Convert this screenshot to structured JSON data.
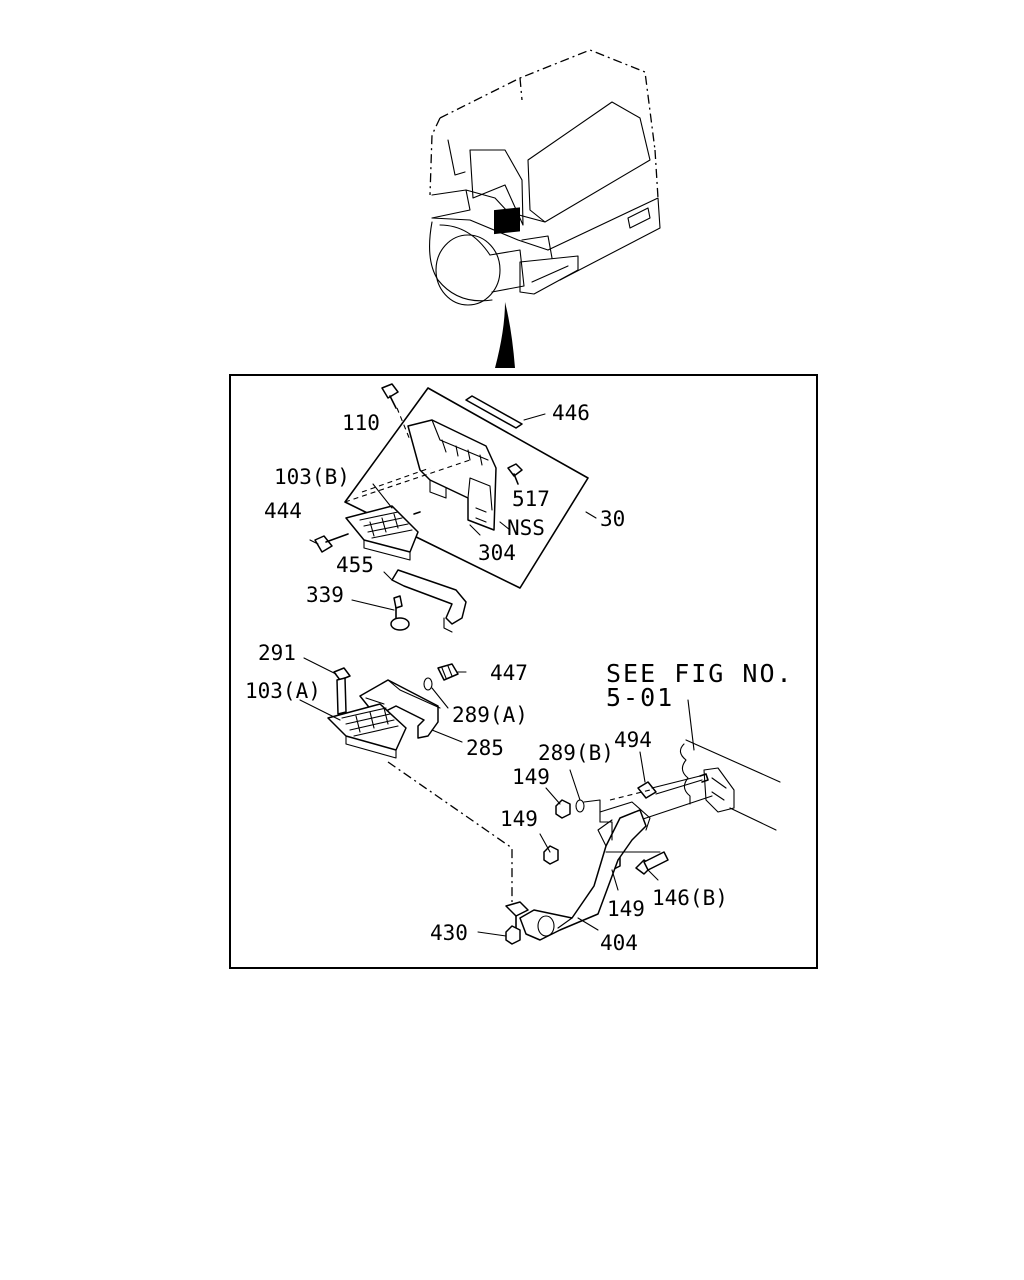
{
  "diagram": {
    "labels": {
      "p110": "110",
      "p446": "446",
      "p103b": "103(B)",
      "p517": "517",
      "p30": "30",
      "pnss": "NSS",
      "p444": "444",
      "p304": "304",
      "p455": "455",
      "p339": "339",
      "p291": "291",
      "p447": "447",
      "p103a": "103(A)",
      "p289a": "289(A)",
      "p285": "285",
      "p289b": "289(B)",
      "p494": "494",
      "p149a": "149",
      "p149b": "149",
      "p149c": "149",
      "p146b": "146(B)",
      "p430": "430",
      "p404": "404"
    },
    "reference": {
      "line1": "SEE FIG NO.",
      "line2": "5-01"
    }
  }
}
